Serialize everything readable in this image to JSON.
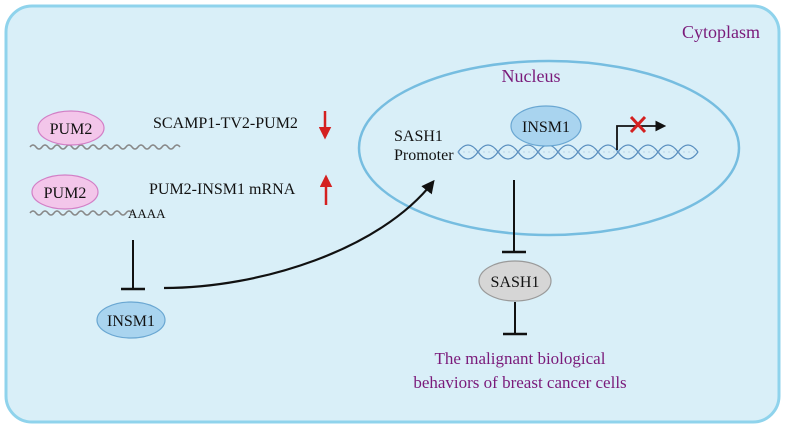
{
  "labels": {
    "cytoplasm": "Cytoplasm",
    "nucleus": "Nucleus",
    "pum2_top": "PUM2",
    "pum2_bottom": "PUM2",
    "scamp1": "SCAMP1-TV2-PUM2",
    "pum2_insm1_mrna": "PUM2-INSM1 mRNA",
    "polya": "AAAA",
    "insm1_cyto": "INSM1",
    "insm1_nuc": "INSM1",
    "sash1_promoter_line1": "SASH1",
    "sash1_promoter_line2": "Promoter",
    "sash1": "SASH1",
    "outcome_line1": "The malignant biological",
    "outcome_line2": "behaviors of breast cancer cells"
  },
  "colors": {
    "cytoplasm_fill": "#d9eff8",
    "cytoplasm_border": "#8fd3ec",
    "nucleus_border": "#76bde0",
    "pum2_fill": "#f3c6ea",
    "pum2_stroke": "#d27fc6",
    "insm1_fill": "#a9d4ef",
    "insm1_stroke": "#6aa7d2",
    "sash1_fill": "#d6d6d6",
    "sash1_stroke": "#9a9a9a",
    "red_arrow": "#d42020",
    "purple_text": "#7a1a7a",
    "dna": "#5a8fbf"
  }
}
